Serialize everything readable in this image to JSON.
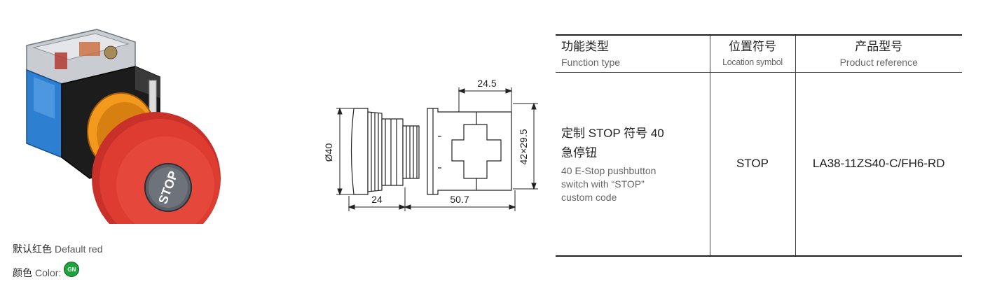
{
  "product_image": {
    "button_label": "STOP"
  },
  "color_info": {
    "default_cn": "默认红色",
    "default_en": "Default red",
    "color_cn": "颜色",
    "color_en": "Color:",
    "color_badge": "GN",
    "colors": {
      "red": "#d93a2e",
      "green": "#1fa33c",
      "orange": "#f39a1e",
      "blue": "#2d7fd2"
    }
  },
  "drawing": {
    "top_width": "24.5",
    "diameter": "Ø40",
    "head_depth": "24",
    "body_length": "50.7",
    "body_size": "42×29.5"
  },
  "table": {
    "headers": [
      {
        "cn": "功能类型",
        "en": "Function type"
      },
      {
        "cn": "位置符号",
        "en": "Location symbol"
      },
      {
        "cn": "产品型号",
        "en": "Product reference"
      }
    ],
    "row": {
      "function_cn": "定制 STOP 符号 40\n急停钮",
      "function_en": "40 E-Stop pushbutton\nswitch with “STOP”\ncustom code",
      "location_symbol": "STOP",
      "product_reference": "LA38-11ZS40-C/FH6-RD"
    }
  }
}
